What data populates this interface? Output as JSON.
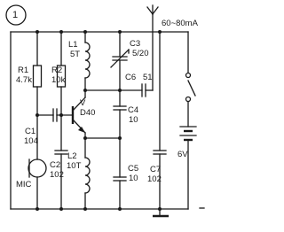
{
  "figure_number": "1",
  "components": {
    "r1": {
      "ref": "R1",
      "value": "4.7k"
    },
    "r2": {
      "ref": "R2",
      "value": "10k"
    },
    "l1": {
      "ref": "L1",
      "value": "5T"
    },
    "l2": {
      "ref": "L2",
      "value": "10T"
    },
    "c1": {
      "ref": "C1",
      "value": "104"
    },
    "c2": {
      "ref": "C2",
      "value": "102"
    },
    "c3": {
      "ref": "C3",
      "value": "5/20"
    },
    "c4": {
      "ref": "C4",
      "value": "10"
    },
    "c5": {
      "ref": "C5",
      "value": "10"
    },
    "c6": {
      "ref": "C6",
      "value": "51"
    },
    "c7": {
      "ref": "C7",
      "value": "102"
    },
    "transistor": {
      "ref": "V",
      "value": "D40"
    },
    "mic": {
      "ref": "MIC"
    },
    "battery": {
      "value": "6V"
    }
  },
  "current": "60~80mA"
}
